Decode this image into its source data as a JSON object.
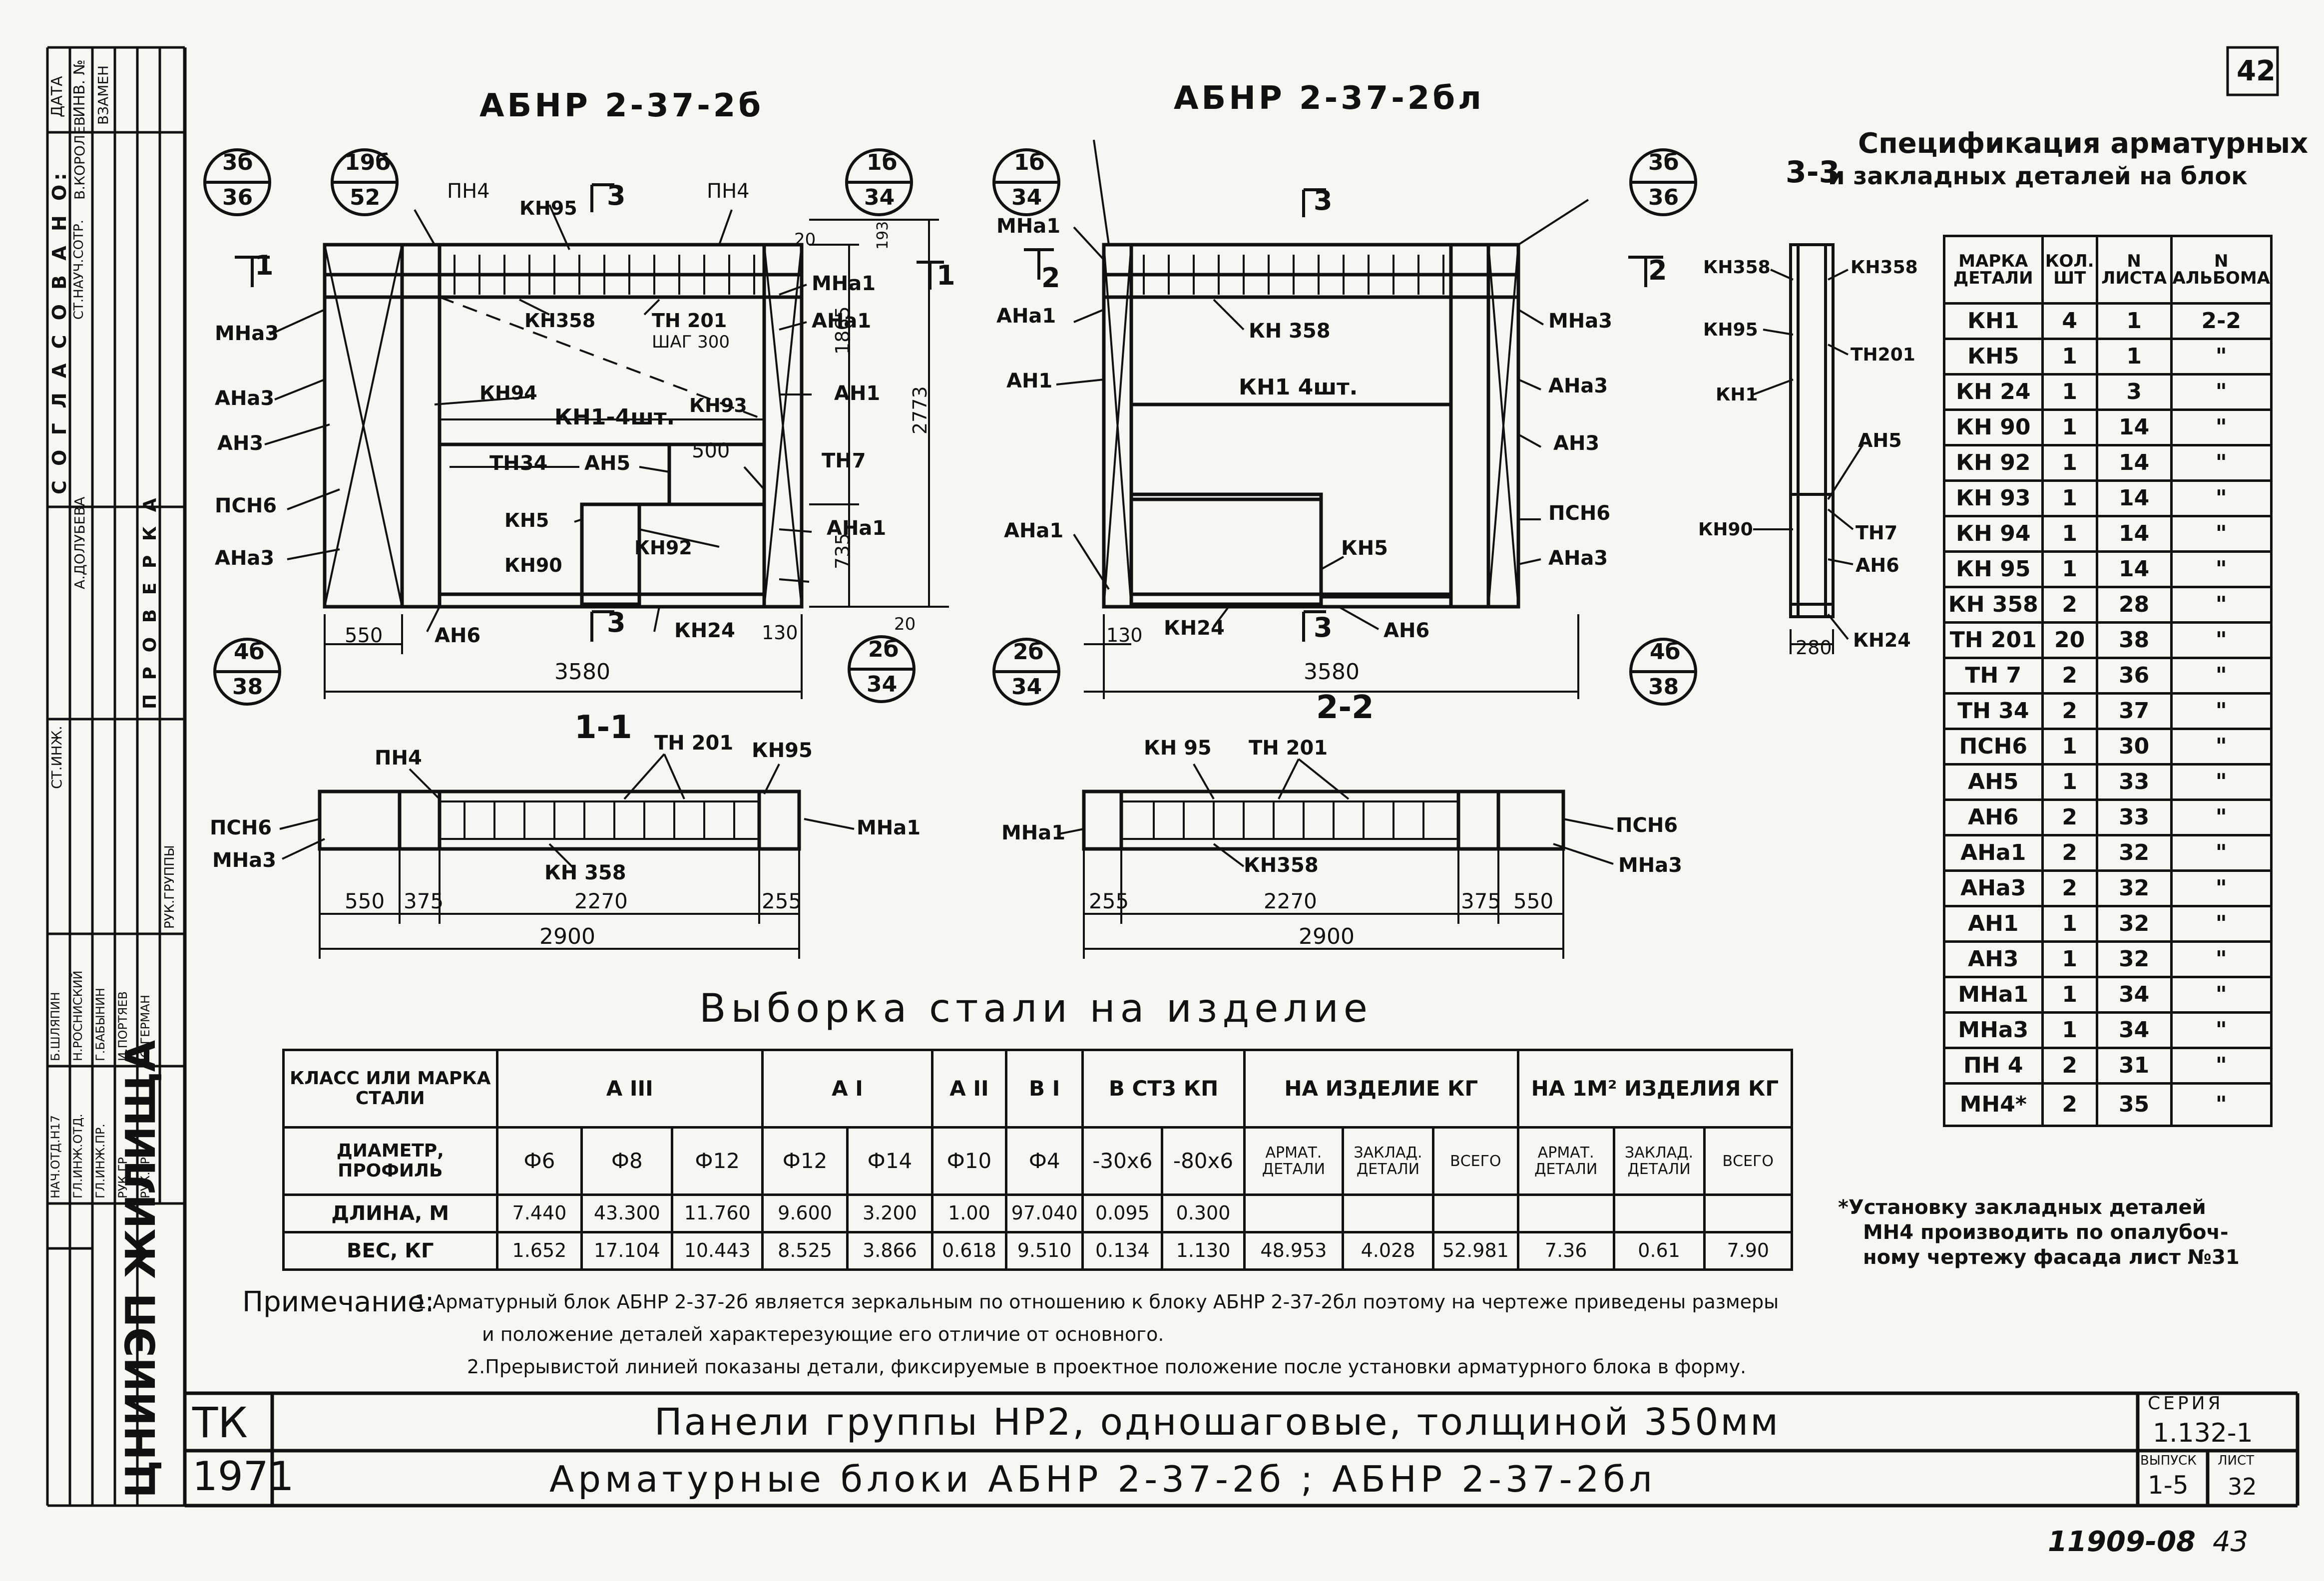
{
  "sheet_no": "42",
  "left_strip": {
    "cols": [
      "ДАТА",
      "ИНВ. №",
      "ВЗАМЕН"
    ],
    "soglasovano": "С О Г Л А С О В А Н О:",
    "st_nauch_sotr": "СТ.НАУЧ.СОТР.",
    "korolev": "В.КОРОЛЕВ",
    "dolgov": "А.ДОЛУБЕВА",
    "proverka": "П Р О В Е Р К А",
    "rows": [
      "НАЧ.ОТД.Н17",
      "ГЛ.ИНЖ.ОТД.",
      "ГЛ.ИНЖ.ПР.",
      "РУК.ГР.",
      "РУК.ГР.",
      "СТ.ИНЖ."
    ],
    "names": [
      "Б.ШЛЯПИН",
      "Н.РОСНИСКИЙ",
      "Г.БАБЫНИН",
      "И.ПОРТЯЕВ",
      "Ю.ГЕРМАН",
      "РУК.ГРУППЫ"
    ],
    "org": "ЦНИИЭП ЖИЛИЩА"
  },
  "titles": {
    "left": "АБНР 2-37-2б",
    "right": "АБНР 2-37-2бл",
    "sec11": "1-1",
    "sec22": "2-2",
    "sec33": "3-3"
  },
  "circles": {
    "c1": [
      "3б",
      "36"
    ],
    "c2": [
      "19б",
      "52"
    ],
    "c3": [
      "1б",
      "34"
    ],
    "c4": [
      "4б",
      "38"
    ],
    "c5": [
      "2б",
      "34"
    ],
    "c6": [
      "1б",
      "34"
    ],
    "c7": [
      "3б",
      "36"
    ],
    "c8": [
      "2б",
      "34"
    ],
    "c9": [
      "4б",
      "38"
    ]
  },
  "labels_left": {
    "pn4a": "ПН4",
    "pn4b": "ПН4",
    "kn95": "КН95",
    "s3a": "3",
    "mna1": "МНа1",
    "ana1": "АНа1",
    "mna3": "МНа3",
    "ana3": "АНа3",
    "an3": "АН3",
    "psn6": "ПСН6",
    "ana3b": "АНа3",
    "kn358": "КН358",
    "th201": "ТН 201",
    "shag": "ШАГ 300",
    "kn94": "КН94",
    "kn1": "КН1-4шт.",
    "kn93": "КН93",
    "an1": "АН1",
    "th34": "ТН34",
    "an5": "АН5",
    "d500": "500",
    "th7": "ТН7",
    "kn5": "КН5",
    "kn92": "КН92",
    "kn90": "КН90",
    "ana1b": "АНа1",
    "an6": "АН6",
    "kn24": "КН24",
    "s3b": "3",
    "one": "1",
    "oneb": "1"
  },
  "dims_left": {
    "d550": "550",
    "d3580": "3580",
    "d130": "130",
    "d1865": "1865",
    "d2773": "2773",
    "d735": "735",
    "d20a": "20",
    "d20b": "20",
    "d193": "193"
  },
  "labels_right": {
    "mna1": "МНа1",
    "two": "2",
    "twob": "2",
    "ana1": "АНа1",
    "an1": "АН1",
    "ana1b": "АНа1",
    "s3": "3",
    "kn358": "КН 358",
    "kn1": "КН1  4шт.",
    "kn5": "КН5",
    "kn24": "КН24",
    "an6": "АН6",
    "s3b": "3",
    "mna3": "МНа3",
    "ana3": "АНа3",
    "an3": "АН3",
    "psn6": "ПСН6",
    "ana3b": "АНа3"
  },
  "dims_right": {
    "d130": "130",
    "d3580": "3580"
  },
  "sec33": {
    "kn358a": "КН358",
    "kn358b": "КН358",
    "kn95": "КН95",
    "th201": "ТН201",
    "kn1": "КН1",
    "an5": "АН5",
    "kn90": "КН90",
    "th7": "ТН7",
    "an6": "АН6",
    "kn24": "КН24",
    "d280": "280"
  },
  "sec11": {
    "pn4": "ПН4",
    "th201": "ТН 201",
    "kn95": "КН95",
    "psn6": "ПСН6",
    "mna3": "МНа3",
    "mna1": "МНа1",
    "kn358": "КН 358",
    "dims": [
      "550",
      "375",
      "2270",
      "255",
      "2900"
    ]
  },
  "sec22": {
    "kn95": "КН 95",
    "th201": "ТН 201",
    "mna1": "МНа1",
    "psn6": "ПСН6",
    "mna3": "МНа3",
    "kn358": "КН358",
    "dims": [
      "255",
      "2270",
      "375",
      "550",
      "2900"
    ]
  },
  "spec": {
    "title1": "Спецификация арматурных",
    "title2": "и закладных деталей на блок",
    "headers": [
      "МАРКА ДЕТАЛИ",
      "КОЛ. ШТ",
      "N ЛИСТА",
      "N АЛЬБОМА"
    ],
    "rows": [
      [
        "КН1",
        "4",
        "1",
        "2-2"
      ],
      [
        "КН5",
        "1",
        "1",
        "\""
      ],
      [
        "КН 24",
        "1",
        "3",
        "\""
      ],
      [
        "КН 90",
        "1",
        "14",
        "\""
      ],
      [
        "КН 92",
        "1",
        "14",
        "\""
      ],
      [
        "КН 93",
        "1",
        "14",
        "\""
      ],
      [
        "КН 94",
        "1",
        "14",
        "\""
      ],
      [
        "КН 95",
        "1",
        "14",
        "\""
      ],
      [
        "КН 358",
        "2",
        "28",
        "\""
      ],
      [
        "ТН 201",
        "20",
        "38",
        "\""
      ],
      [
        "ТН 7",
        "2",
        "36",
        "\""
      ],
      [
        "ТН 34",
        "2",
        "37",
        "\""
      ],
      [
        "ПСН6",
        "1",
        "30",
        "\""
      ],
      [
        "АН5",
        "1",
        "33",
        "\""
      ],
      [
        "АН6",
        "2",
        "33",
        "\""
      ],
      [
        "АНа1",
        "2",
        "32",
        "\""
      ],
      [
        "АНа3",
        "2",
        "32",
        "\""
      ],
      [
        "АН1",
        "1",
        "32",
        "\""
      ],
      [
        "АН3",
        "1",
        "32",
        "\""
      ],
      [
        "МНа1",
        "1",
        "34",
        "\""
      ],
      [
        "МНа3",
        "1",
        "34",
        "\""
      ],
      [
        "ПН 4",
        "2",
        "31",
        "\""
      ],
      [
        "МН4*",
        "2",
        "35",
        "\""
      ]
    ],
    "footnote": [
      "*Установку закладных деталей",
      "МН4 производить по опалубоч-",
      "ному чертежу фасада лист №31"
    ]
  },
  "vyborka": {
    "title": "Выборка стали на изделие",
    "h_class": "КЛАСС ИЛИ МАРКА СТАЛИ",
    "h_groups": [
      "А III",
      "А I",
      "А II",
      "В I",
      "В СТ3 КП",
      "НА ИЗДЕЛИЕ КГ",
      "НА 1М² ИЗДЕЛИЯ КГ"
    ],
    "h_diam": "ДИАМЕТР, ПРОФИЛЬ",
    "diams": [
      "Ф6",
      "Ф8",
      "Ф12",
      "Ф12",
      "Ф14",
      "Ф10",
      "Ф4",
      "-30х6",
      "-80х6",
      "АРМАТ. ДЕТАЛИ",
      "ЗАКЛАД. ДЕТАЛИ",
      "ВСЕГО",
      "АРМАТ. ДЕТАЛИ",
      "ЗАКЛАД. ДЕТАЛИ",
      "ВСЕГО"
    ],
    "len_label": "ДЛИНА, М",
    "lens": [
      "7.440",
      "43.300",
      "11.760",
      "9.600",
      "3.200",
      "1.00",
      "97.040",
      "0.095",
      "0.300",
      "",
      "",
      "",
      "",
      "",
      ""
    ],
    "wt_label": "ВЕС, КГ",
    "wts": [
      "1.652",
      "17.104",
      "10.443",
      "8.525",
      "3.866",
      "0.618",
      "9.510",
      "0.134",
      "1.130",
      "48.953",
      "4.028",
      "52.981",
      "7.36",
      "0.61",
      "7.90"
    ]
  },
  "note": {
    "prefix": "Примечание:",
    "l1": "1.Арматурный блок АБНР 2-37-2б является зеркальным по отношению к блоку АБНР 2-37-2бл поэтому на чертеже приведены размеры",
    "l2": "и положение деталей характерезующие его отличие от основного.",
    "l3": "2.Прерывистой линией показаны детали, фиксируемые в проектное положение после установки арматурного блока в форму."
  },
  "titleblock": {
    "tk": "ТК",
    "year": "1971",
    "line1": "Панели группы НР2, одношаговые, толщиной 350мм",
    "line2": "Арматурные блоки АБНР 2-37-2б ; АБНР 2-37-2бл",
    "seria_label": "СЕРИЯ",
    "seria": "1.132-1",
    "vypusk_label": "ВЫПУСК",
    "vypusk": "1-5",
    "list_label": "ЛИСТ",
    "list": "32"
  },
  "bottom_no": "11909-08",
  "bottom_page": "43"
}
